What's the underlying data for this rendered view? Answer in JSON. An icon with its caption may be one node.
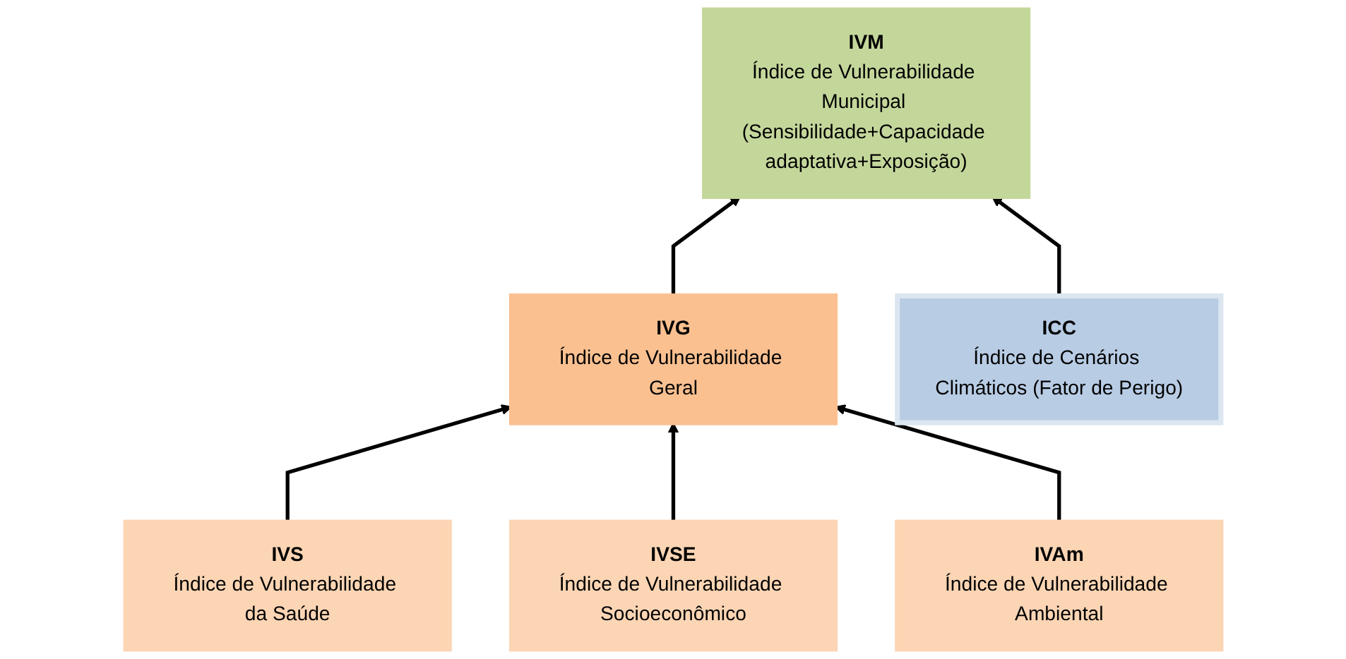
{
  "diagram": {
    "nodes": [
      {
        "text": [
          "IVM",
          "Índice de Vulnerabilidade Municipal (Sensibilidade+Capacidade adaptativa+Exposição)"
        ]
      },
      {
        "text": [
          "IVG",
          "Índice de Vulnerabilidade Geral"
        ]
      },
      {
        "text": [
          "ICC",
          "Índice de Cenários Climáticos (Fator de Perigo)"
        ]
      },
      {
        "text": [
          "IVS",
          "Índice de Vulnerabilidade da Saúde"
        ]
      },
      {
        "text": [
          "IVSE",
          "Índice de Vulnerabilidade Socioeconômico"
        ]
      },
      {
        "text": [
          "IVAm",
          "Índice de Vulnerabilidade Ambiental"
        ]
      }
    ],
    "edges": [
      {
        "from": 1,
        "to": 0,
        "arrow": "to"
      },
      {
        "from": 2,
        "to": 0,
        "arrow": "to"
      },
      {
        "from": 3,
        "to": 1,
        "arrow": "to"
      },
      {
        "from": 4,
        "to": 1,
        "arrow": "to"
      },
      {
        "from": 5,
        "to": 1,
        "arrow": "to"
      }
    ]
  }
}
